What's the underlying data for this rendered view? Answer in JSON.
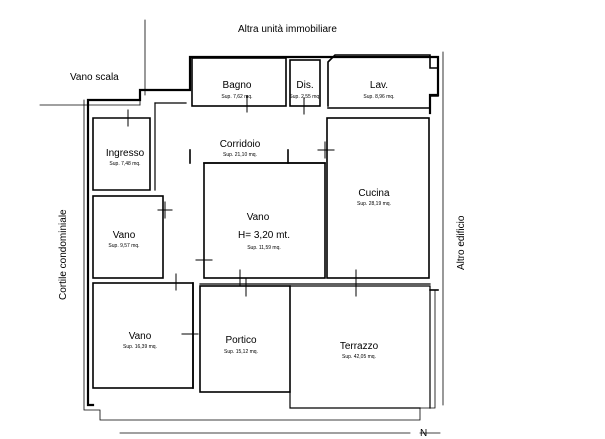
{
  "context": {
    "top": "Altra unità immobiliare",
    "stair": "Vano scala",
    "left_side": "Cortile condominiale",
    "right_side": "Altro edificio",
    "north": "N"
  },
  "rooms": {
    "bagno": {
      "name": "Bagno",
      "area": "Sup. 7,62 mq."
    },
    "dis": {
      "name": "Dis.",
      "area": "Sup. 2,55 mq."
    },
    "lav": {
      "name": "Lav.",
      "area": "Sup. 8,96 mq."
    },
    "ingresso": {
      "name": "Ingresso",
      "area": "Sup. 7,48 mq."
    },
    "corridoio": {
      "name": "Corridoio",
      "area": "Sup. 21,10 mq."
    },
    "vano_center": {
      "name": "Vano",
      "height": "H= 3,20 mt.",
      "area": "Sup. 11,59 mq."
    },
    "cucina": {
      "name": "Cucina",
      "area": "Sup. 28,19 mq."
    },
    "vano_left": {
      "name": "Vano",
      "area": "Sup. 9,57 mq."
    },
    "vano_bottom": {
      "name": "Vano",
      "area": "Sup. 16,39 mq."
    },
    "portico": {
      "name": "Portico",
      "area": "Sup. 15,12 mq."
    },
    "terrazzo": {
      "name": "Terrazzo",
      "area": "Sup. 42,05 mq."
    }
  }
}
